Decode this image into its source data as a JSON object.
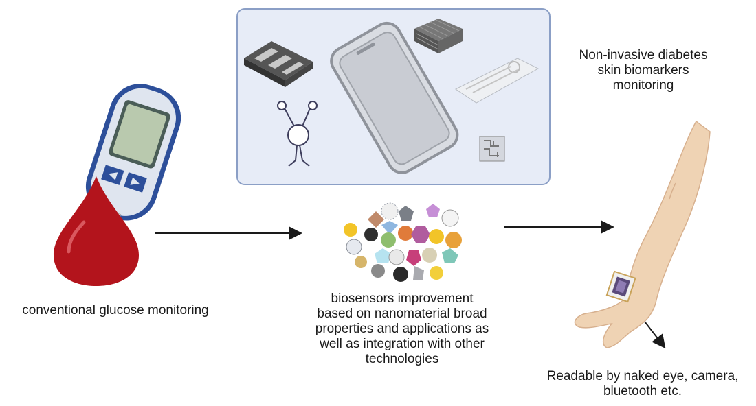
{
  "labels": {
    "conventional": "conventional glucose monitoring",
    "biosensors": "biosensors improvement\nbased on nanomaterial broad\nproperties and applications as\nwell as integration with other\ntechnologies",
    "noninvasive": "Non-invasive diabetes\nskin biomarkers\nmonitoring",
    "readable": "Readable by naked eye, camera,\nbluetooth etc."
  },
  "colors": {
    "panel_fill": "#e7ecf7",
    "panel_border": "#8b9fc6",
    "meter_blue": "#2d4f9a",
    "blood_red": "#b3141c",
    "skin": "#efd3b4",
    "arrow": "#1a1a1a"
  },
  "icons": [
    "glucose-meter-icon",
    "blood-drop-icon",
    "circuit-chip-icon",
    "smartphone-icon",
    "nanostructure-block-icon",
    "test-strip-icon",
    "microfluidic-channel-icon",
    "pcb-icon",
    "nanoparticles-cluster-icon",
    "arm-with-patch-icon"
  ]
}
